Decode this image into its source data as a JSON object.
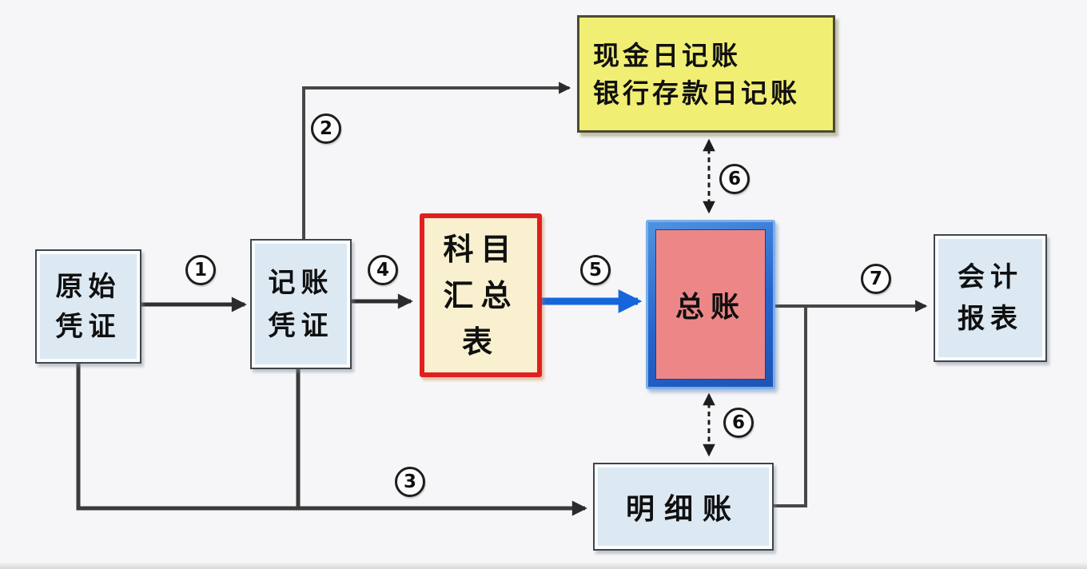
{
  "nodes": {
    "journals": {
      "lines": [
        "现金日记账",
        "银行存款日记账"
      ]
    },
    "original_voucher": {
      "lines": [
        "原始",
        "凭证"
      ]
    },
    "bookkeeping_voucher": {
      "lines": [
        "记账",
        "凭证"
      ]
    },
    "subject_summary": {
      "lines": [
        "科目",
        "汇总",
        "表"
      ]
    },
    "general_ledger": {
      "lines": [
        "总账"
      ]
    },
    "accounting_reports": {
      "lines": [
        "会计",
        "报表"
      ]
    },
    "detail_ledger": {
      "lines": [
        "明细账"
      ]
    }
  },
  "steps": {
    "s1": "1",
    "s2": "2",
    "s3": "3",
    "s4": "4",
    "s5": "5",
    "s6a": "6",
    "s6b": "6",
    "s7": "7"
  },
  "colors": {
    "bg": "#f6f6f8",
    "node_fill_blue": "#dce9f3",
    "node_border_gray": "#3e454b",
    "node_fill_yellow": "#f1ee74",
    "node_border_olive": "#4a4a33",
    "node_fill_cream": "#f8f0cf",
    "node_border_red": "#e02020",
    "node_fill_pink": "#ed8787",
    "node_border_blue_dark": "#2563cc",
    "node_border_blue_light": "#78b0e8",
    "arrow_dark": "#2e2e2e",
    "arrow_blue": "#1565dd",
    "text": "#101010"
  }
}
